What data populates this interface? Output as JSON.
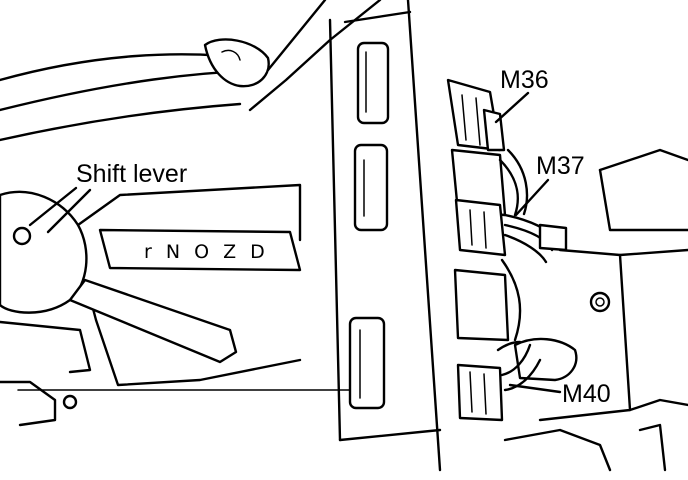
{
  "labels": {
    "shift_lever": "Shift lever",
    "m36": "M36",
    "m37": "M37",
    "m40": "M40"
  },
  "gear_indicator": "r N O Z D"
}
